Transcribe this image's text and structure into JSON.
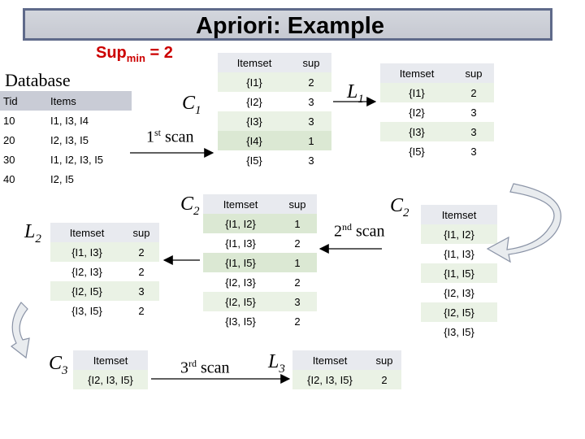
{
  "title": "Apriori: Example",
  "supmin": {
    "prefix": "Sup",
    "sub": "min",
    "suffix": " = 2"
  },
  "database": {
    "label": "Database",
    "headers": [
      "Tid",
      "Items"
    ],
    "rows": [
      [
        "10",
        "I1, I3, I4"
      ],
      [
        "20",
        "I2, I3, I5"
      ],
      [
        "30",
        "I1, I2, I3, I5"
      ],
      [
        "40",
        "I2, I5"
      ]
    ]
  },
  "c1": {
    "label": "C",
    "sub": "1",
    "headers": [
      "Itemset",
      "sup"
    ],
    "rows": [
      [
        "{I1}",
        "2"
      ],
      [
        "{I2}",
        "3"
      ],
      [
        "{I3}",
        "3"
      ],
      [
        "{I4}",
        "1"
      ],
      [
        "{I5}",
        "3"
      ]
    ]
  },
  "l1": {
    "label": "L",
    "sub": "1",
    "headers": [
      "Itemset",
      "sup"
    ],
    "rows": [
      [
        "{I1}",
        "2"
      ],
      [
        "{I2}",
        "3"
      ],
      [
        "{I3}",
        "3"
      ],
      [
        "{I5}",
        "3"
      ]
    ]
  },
  "scan1": {
    "num": "1",
    "sup": "st",
    "text": " scan"
  },
  "scan2": {
    "num": "2",
    "sup": "nd",
    "text": " scan"
  },
  "scan3": {
    "num": "3",
    "sup": "rd",
    "text": " scan"
  },
  "c2_right": {
    "label": "C",
    "sub": "2",
    "headers": [
      "Itemset"
    ],
    "rows": [
      [
        "{I1, I2}"
      ],
      [
        "{I1, I3}"
      ],
      [
        "{I1, I5}"
      ],
      [
        "{I2, I3}"
      ],
      [
        "{I2, I5}"
      ],
      [
        "{I3, I5}"
      ]
    ]
  },
  "c2_mid": {
    "label": "C",
    "sub": "2",
    "headers": [
      "Itemset",
      "sup"
    ],
    "rows": [
      [
        "{I1, I2}",
        "1"
      ],
      [
        "{I1, I3}",
        "2"
      ],
      [
        "{I1, I5}",
        "1"
      ],
      [
        "{I2, I3}",
        "2"
      ],
      [
        "{I2, I5}",
        "3"
      ],
      [
        "{I3, I5}",
        "2"
      ]
    ]
  },
  "l2": {
    "label": "L",
    "sub": "2",
    "headers": [
      "Itemset",
      "sup"
    ],
    "rows": [
      [
        "{I1, I3}",
        "2"
      ],
      [
        "{I2, I3}",
        "2"
      ],
      [
        "{I2, I5}",
        "3"
      ],
      [
        "{I3, I5}",
        "2"
      ]
    ]
  },
  "c3": {
    "label": "C",
    "sub": "3",
    "headers": [
      "Itemset"
    ],
    "rows": [
      [
        "{I2, I3, I5}"
      ]
    ]
  },
  "l3": {
    "label": "L",
    "sub": "3",
    "headers": [
      "Itemset",
      "sup"
    ],
    "rows": [
      [
        "{I2, I3, I5}",
        "2"
      ]
    ]
  },
  "colors": {
    "title_bg": "#c6c9d1",
    "title_border": "#5f6a8a",
    "supmin": "#cc0000",
    "row_dark": "#dbe8d3",
    "row_light": "#eaf2e5",
    "header": "#e8eaef"
  }
}
